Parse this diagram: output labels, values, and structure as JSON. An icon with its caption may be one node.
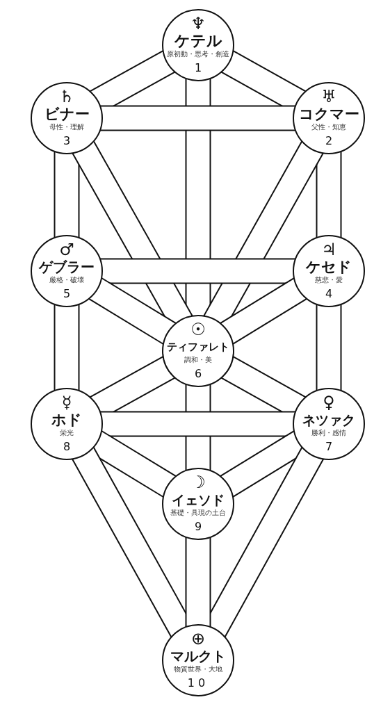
{
  "diagram": {
    "nodes": [
      {
        "text": [
          "♆",
          "ケテル",
          "原初動・思考・創造",
          "1"
        ]
      },
      {
        "text": [
          "♅",
          "コクマー",
          "父性・知恵",
          "2"
        ]
      },
      {
        "text": [
          "♄",
          "ビナー",
          "母性・理解",
          "3"
        ]
      },
      {
        "text": [
          "♃",
          "ケセド",
          "慈悲・愛",
          "4"
        ]
      },
      {
        "text": [
          "♂",
          "ゲブラー",
          "厳格・破壊",
          "5"
        ]
      },
      {
        "text": [
          "☉",
          "ティファレト",
          "調和・美",
          "6"
        ]
      },
      {
        "text": [
          "♀",
          "ネツァク",
          "勝利・感情",
          "7"
        ]
      },
      {
        "text": [
          "☿",
          "ホド",
          "栄光",
          "8"
        ]
      },
      {
        "text": [
          "☽",
          "イェソド",
          "基礎・具現の土台",
          "9"
        ]
      },
      {
        "text": [
          "⊕",
          "マルクト",
          "物質世界・大地",
          "10"
        ]
      }
    ],
    "edges": [
      {
        "from": 0,
        "to": 1,
        "arrow": "none"
      },
      {
        "from": 0,
        "to": 2,
        "arrow": "none"
      },
      {
        "from": 0,
        "to": 5,
        "arrow": "none"
      },
      {
        "from": 1,
        "to": 2,
        "arrow": "none"
      },
      {
        "from": 1,
        "to": 3,
        "arrow": "none"
      },
      {
        "from": 1,
        "to": 5,
        "arrow": "none"
      },
      {
        "from": 2,
        "to": 4,
        "arrow": "none"
      },
      {
        "from": 2,
        "to": 5,
        "arrow": "none"
      },
      {
        "from": 3,
        "to": 4,
        "arrow": "none"
      },
      {
        "from": 3,
        "to": 5,
        "arrow": "none"
      },
      {
        "from": 3,
        "to": 6,
        "arrow": "none"
      },
      {
        "from": 4,
        "to": 5,
        "arrow": "none"
      },
      {
        "from": 4,
        "to": 7,
        "arrow": "none"
      },
      {
        "from": 5,
        "to": 6,
        "arrow": "none"
      },
      {
        "from": 5,
        "to": 7,
        "arrow": "none"
      },
      {
        "from": 5,
        "to": 8,
        "arrow": "none"
      },
      {
        "from": 6,
        "to": 7,
        "arrow": "none"
      },
      {
        "from": 6,
        "to": 8,
        "arrow": "none"
      },
      {
        "from": 6,
        "to": 9,
        "arrow": "none"
      },
      {
        "from": 7,
        "to": 8,
        "arrow": "none"
      },
      {
        "from": 7,
        "to": 9,
        "arrow": "none"
      },
      {
        "from": 8,
        "to": 9,
        "arrow": "none"
      }
    ]
  }
}
